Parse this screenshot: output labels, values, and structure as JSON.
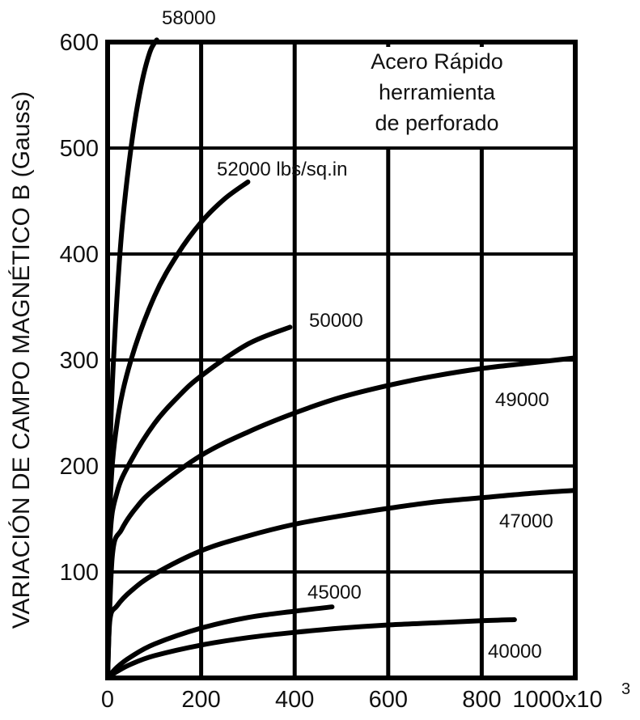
{
  "chart_data": {
    "type": "line",
    "title": "",
    "xlabel": "",
    "ylabel": "VARIACIÓN DE CAMPO MAGNÉTICO B (Gauss)",
    "xlim": [
      0,
      1000
    ],
    "ylim": [
      0,
      600
    ],
    "x_ticks": [
      0,
      200,
      400,
      600,
      800,
      1000
    ],
    "x_tick_labels": [
      "0",
      "200",
      "400",
      "600",
      "800",
      "1000x10"
    ],
    "x_tick_suffix_superscript": "3",
    "y_ticks": [
      100,
      200,
      300,
      400,
      500,
      600
    ],
    "y_tick_labels": [
      "100",
      "200",
      "300",
      "400",
      "500",
      "600"
    ],
    "grid": true,
    "annotation_lines": [
      "Acero Rápido",
      "herramienta",
      "de perforado"
    ],
    "series": [
      {
        "name": "58000",
        "x": [
          0,
          5,
          15,
          30,
          50,
          70,
          90,
          105
        ],
        "y": [
          0,
          210,
          320,
          420,
          500,
          555,
          590,
          602
        ]
      },
      {
        "name": "52000 lbs/sq.in",
        "x": [
          0,
          5,
          20,
          50,
          100,
          150,
          200,
          250,
          300
        ],
        "y": [
          0,
          160,
          240,
          300,
          360,
          400,
          430,
          452,
          468
        ]
      },
      {
        "name": "50000",
        "x": [
          0,
          5,
          20,
          50,
          100,
          150,
          200,
          300,
          390
        ],
        "y": [
          0,
          130,
          175,
          205,
          240,
          265,
          285,
          315,
          331
        ]
      },
      {
        "name": "49000",
        "x": [
          0,
          10,
          30,
          60,
          100,
          200,
          300,
          400,
          500,
          600,
          700,
          800,
          900,
          1000
        ],
        "y": [
          0,
          115,
          140,
          160,
          178,
          210,
          232,
          250,
          265,
          276,
          285,
          292,
          297,
          302
        ]
      },
      {
        "name": "47000",
        "x": [
          0,
          5,
          20,
          50,
          100,
          200,
          300,
          400,
          500,
          600,
          700,
          800,
          900,
          1000
        ],
        "y": [
          0,
          55,
          68,
          82,
          98,
          120,
          134,
          145,
          153,
          160,
          166,
          170,
          174,
          177
        ]
      },
      {
        "name": "45000",
        "x": [
          0,
          20,
          50,
          100,
          200,
          300,
          400,
          480
        ],
        "y": [
          0,
          10,
          20,
          32,
          47,
          57,
          63,
          67
        ]
      },
      {
        "name": "40000",
        "x": [
          0,
          20,
          50,
          100,
          200,
          300,
          400,
          500,
          600,
          700,
          800,
          870
        ],
        "y": [
          0,
          6,
          13,
          21,
          31,
          38,
          43,
          47,
          50,
          52,
          54,
          55
        ]
      }
    ]
  }
}
